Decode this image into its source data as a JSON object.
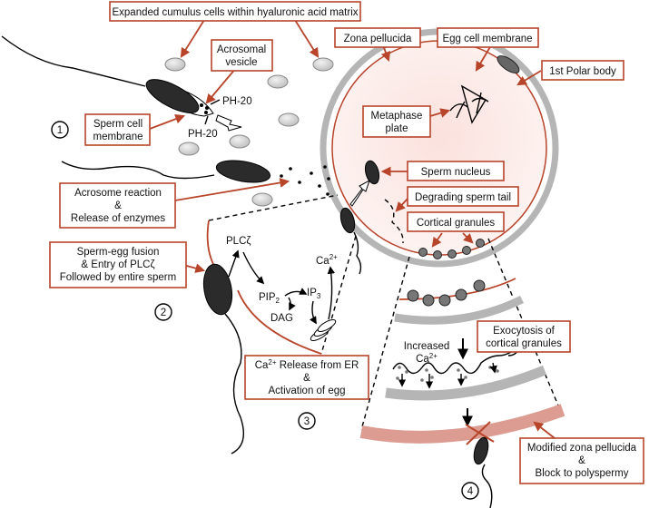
{
  "diagram": {
    "title": "Sperm-egg fusion, egg activation and block to polyspermy",
    "colors": {
      "annotation": "#b8442a",
      "zona": "#b5b5b5",
      "cytoplasm": "#fbe6e3",
      "modified_zona": "#dc9c92",
      "sperm_head": "#2b2b2b",
      "granule": "#777777",
      "cumulus": "#d2d2d2"
    },
    "step_markers": [
      "1",
      "2",
      "3",
      "4"
    ],
    "labels": {
      "cumulus": "Expanded cumulus cells within hyaluronic acid matrix",
      "acrosomal_vesicle_1": "Acrosomal",
      "acrosomal_vesicle_2": "vesicle",
      "zona": "Zona pellucida",
      "egg_membrane": "Egg cell membrane",
      "polar_body": "1st Polar body",
      "metaphase_1": "Metaphase",
      "metaphase_2": "plate",
      "sperm_membrane_1": "Sperm cell",
      "sperm_membrane_2": "membrane",
      "ph20_top": "PH-20",
      "ph20_bottom": "PH-20",
      "acrosome_1": "Acrosome reaction",
      "acrosome_2": "&",
      "acrosome_3": "Release of enzymes",
      "sperm_nucleus": "Sperm nucleus",
      "degrading_tail": "Degrading sperm tail",
      "cortical_granules": "Cortical granules",
      "fusion_1": "Sperm-egg fusion",
      "fusion_2": "& Entry of PLCζ",
      "fusion_3": "Followed by entire sperm",
      "plc": "PLCζ",
      "pip": "PIP",
      "pip_sub": "2",
      "ip": "IP",
      "ip_sub": "3",
      "dag": "DAG",
      "ca": "Ca",
      "ca_sup": "2+",
      "release_1_ca": "Ca",
      "release_1_sup": "2+",
      "release_1_rest": " Release from ER",
      "release_2": "&",
      "release_3": "Activation of egg",
      "increased_1": "Increased",
      "increased_2": "Ca",
      "increased_sup": "2+",
      "exocytosis_1": "Exocytosis of",
      "exocytosis_2": "cortical granules",
      "modified_1": "Modified zona pellucida",
      "modified_2": "&",
      "modified_3": "Block to polyspermy"
    }
  }
}
